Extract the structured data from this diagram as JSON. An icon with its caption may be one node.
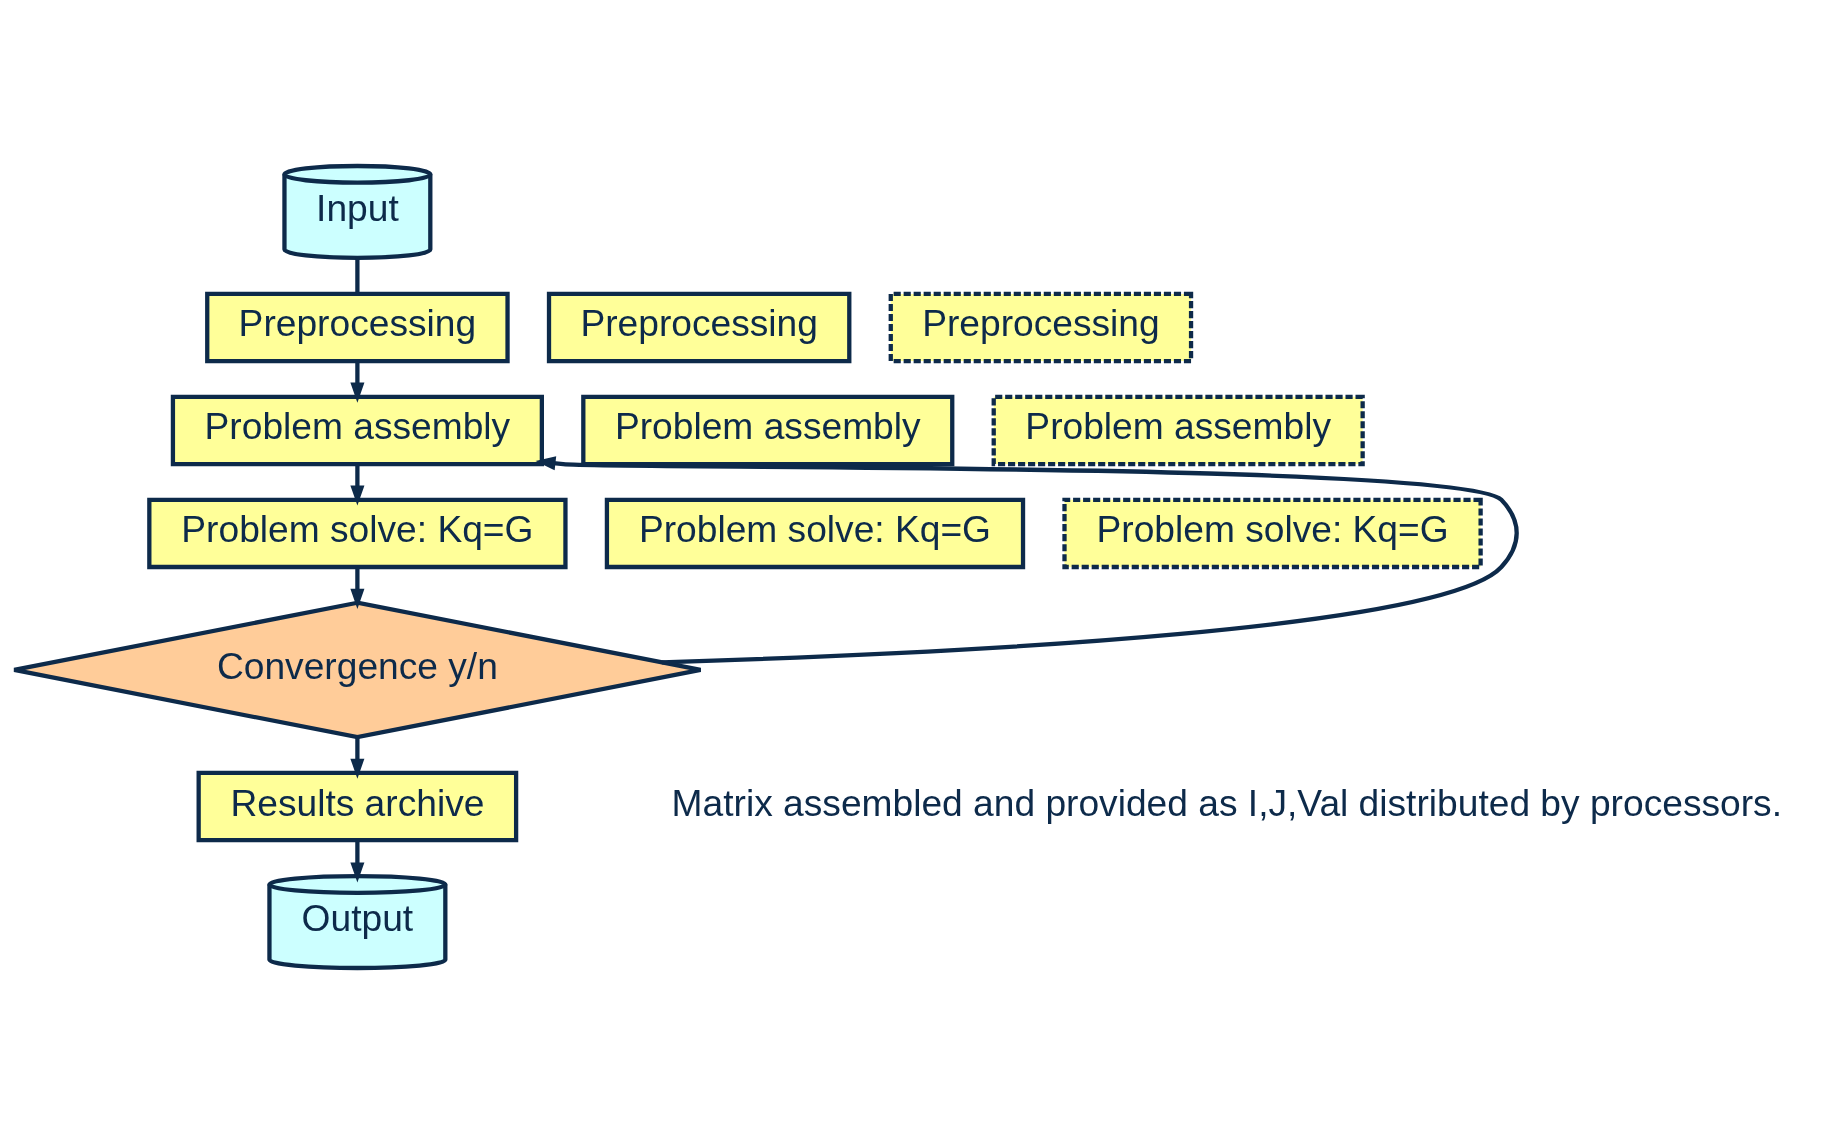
{
  "diagram": {
    "nodes": [
      {
        "text": [
          "Input"
        ]
      },
      {
        "text": [
          "Preprocessing"
        ]
      },
      {
        "text": [
          "Preprocessing"
        ]
      },
      {
        "text": [
          "Preprocessing"
        ]
      },
      {
        "text": [
          "Problem assembly"
        ]
      },
      {
        "text": [
          "Problem assembly"
        ]
      },
      {
        "text": [
          "Problem assembly"
        ]
      },
      {
        "text": [
          "Problem solve: Kq=G"
        ]
      },
      {
        "text": [
          "Problem solve: Kq=G"
        ]
      },
      {
        "text": [
          "Problem solve: Kq=G"
        ]
      },
      {
        "text": [
          "Convergence y/n"
        ]
      },
      {
        "text": [
          "Results archive"
        ]
      },
      {
        "text": [
          "Output"
        ]
      }
    ],
    "edges": [
      {
        "from": 0,
        "to": 1,
        "arrow": "none"
      },
      {
        "from": 1,
        "to": 4,
        "arrow": "to"
      },
      {
        "from": 4,
        "to": 7,
        "arrow": "to"
      },
      {
        "from": 7,
        "to": 10,
        "arrow": "to"
      },
      {
        "from": 10,
        "to": 4,
        "arrow": "to"
      },
      {
        "from": 10,
        "to": 11,
        "arrow": "to"
      },
      {
        "from": 11,
        "to": 12,
        "arrow": "to"
      }
    ],
    "labels": [
      "Matrix assembled and provided as I,J,Val distributed by processors."
    ]
  }
}
